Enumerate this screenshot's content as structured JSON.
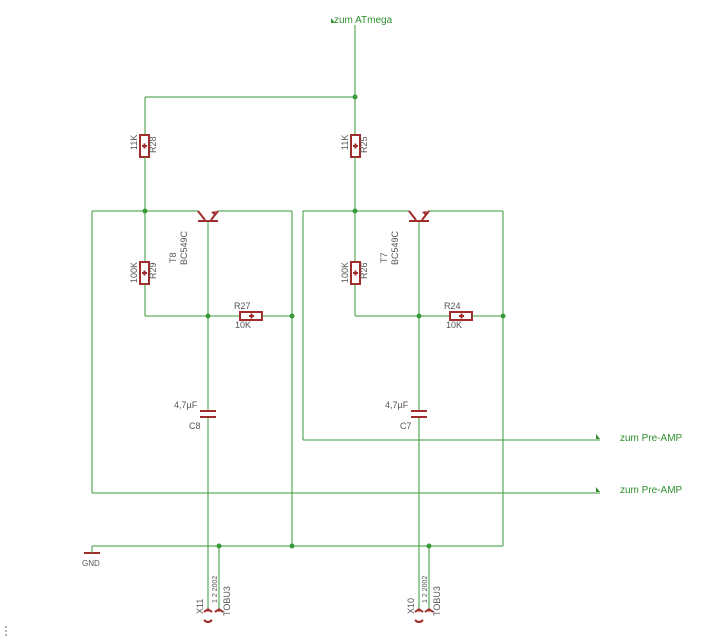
{
  "nets": {
    "atmega": "zum ATmega",
    "preamp_1": "zum Pre-AMP",
    "preamp_2": "zum Pre-AMP",
    "gnd": "GND"
  },
  "channel_left": {
    "r_top_value": "11K",
    "r_top_name": "R28",
    "transistor_name": "T8",
    "transistor_type": "BC549C",
    "r_mid_value": "100K",
    "r_mid_name": "R29",
    "r_fb_name": "R27",
    "r_fb_value": "10K",
    "cap_value": "4,7µF",
    "cap_name": "C8",
    "jack_name": "X11",
    "jack_type": "TOBU3",
    "jack_pins": "1 2 2002"
  },
  "channel_right": {
    "r_top_value": "11K",
    "r_top_name": "R25",
    "transistor_name": "T7",
    "transistor_type": "BC549C",
    "r_mid_value": "100K",
    "r_mid_name": "R26",
    "r_fb_name": "R24",
    "r_fb_value": "10K",
    "cap_value": "4,7µF",
    "cap_name": "C7",
    "jack_name": "X10",
    "jack_type": "TOBU3",
    "jack_pins": "1 2 2002"
  },
  "colors": {
    "wire": "#3a9a3a",
    "component": "#a02c2c",
    "label": "#555555",
    "net_label": "#2f8f2f"
  }
}
